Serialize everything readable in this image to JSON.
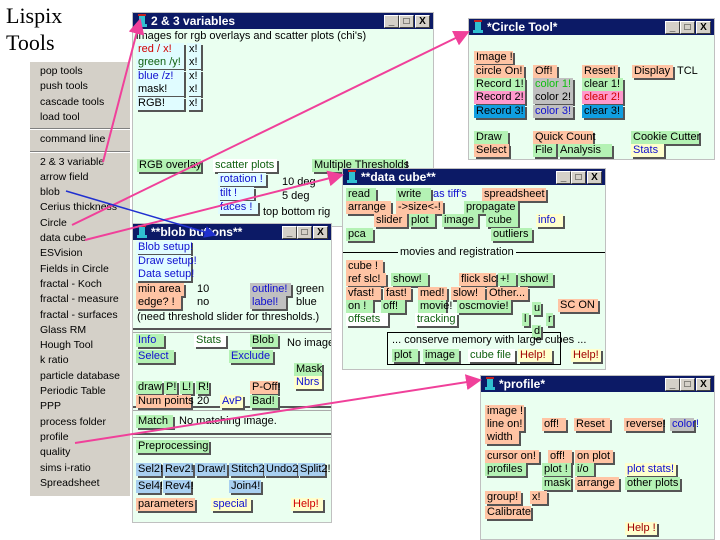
{
  "brand": {
    "line1": "Lispix",
    "line2": "Tools"
  },
  "menu": {
    "items": [
      "pop tools",
      "push tools",
      "cascade tools",
      "load tool",
      "command line",
      "2 & 3 variable",
      "arrow field",
      "blob",
      "Cerius thickness",
      "Circle",
      "data cube",
      "ESVision",
      "Fields in Circle",
      "fractal - Koch",
      "fractal - measure",
      "fractal - surfaces",
      "Glass RM",
      "Hough Tool",
      "k ratio",
      "particle database",
      "Periodic Table",
      "PPP",
      "process folder",
      "profile",
      "quality",
      "sims i-ratio",
      "Spreadsheet"
    ]
  },
  "window_buttons": {
    "minimize": "_",
    "maximize": "□",
    "close": "X"
  },
  "vars": {
    "title": "2 & 3 variables",
    "subtitle": "images for rgb overlays and scatter plots (chi's)",
    "items": [
      "red / x!",
      "green /y!",
      "blue /z!",
      "mask!",
      "RGB!",
      "x!",
      "x!",
      "x!",
      "x!",
      "x!",
      "RGB overlay",
      "scatter plots",
      "rotation !",
      "tilt !",
      "faces !",
      "10 deg",
      "5 deg",
      "top bottom rig",
      "Multiple Thresholds"
    ]
  },
  "blob": {
    "title": "**blob buttons**",
    "items": [
      "Blob setup!",
      "Draw setup!",
      "Data setup!",
      "min area",
      "10",
      "outline!",
      "green",
      "edge? !",
      "no",
      "label!",
      "blue",
      "(need threshold slider for thresholds.)",
      "Info",
      "Stats",
      "Blob",
      "No image.",
      "Select",
      "Exclude",
      "Mask",
      "Nbrs",
      "draw",
      "P!",
      "L!",
      "R!",
      "P-Off!",
      "Num points",
      "20",
      "AvP",
      "Bad!",
      "Match",
      "No matching image.",
      "Preprocessing",
      "Sel2!",
      "Rev2!",
      "Draw!",
      "Stitch2!",
      "Undo2!",
      "Split2!",
      "Sel4!",
      "Rev4!",
      "Join4!",
      "parameters",
      "special",
      "Help!"
    ]
  },
  "cube": {
    "title": "**data cube**",
    "items": [
      "read",
      "write",
      "as tiff's",
      "spreadsheet",
      "arrange",
      "->size<-!",
      "propagate",
      "slider",
      "plot",
      "image",
      "cube",
      "info",
      "pca",
      "outliers",
      "movies and registration",
      "cube !",
      "ref slc!",
      "show!",
      "flick slc!",
      "+!",
      "show!",
      "vfast!",
      "fast!",
      "med!",
      "slow!",
      "Other...",
      "on !",
      "off!",
      "movie!",
      "oscmovie!",
      "u",
      "SC ON",
      "offsets",
      "tracking",
      "l",
      "r",
      "d",
      "... conserve memory with large cubes ...",
      "plot",
      "image",
      "cube file",
      "Help!",
      "Help!"
    ]
  },
  "circle": {
    "title": "*Circle Tool*",
    "items": [
      "Image !",
      "circle On!",
      "Off!",
      "Reset!",
      "Display",
      "TCL",
      "Record 1!",
      "color 1!",
      "clear 1!",
      "Record 2!",
      "color 2!",
      "clear 2!",
      "Record 3!",
      "color 3!",
      "clear 3!",
      "Draw",
      "Quick Count",
      "Cookie Cutter",
      "Select",
      "File",
      "Analysis",
      "Stats"
    ]
  },
  "profile": {
    "title": "*profile*",
    "items": [
      "image !",
      "line on!",
      "width",
      "off!",
      "Reset",
      "reverse!",
      "color!",
      "cursor on!",
      "off!",
      "on plot",
      "profiles",
      "plot !",
      "i/o",
      "plot stats!",
      "mask",
      "arrange",
      "other plots",
      "group!",
      "x!",
      "Calibrate",
      "Help !"
    ]
  },
  "colors": {
    "title_bar": "#0c1a66",
    "window_bg": "#eafff0",
    "arrow_pink": "#f0409a",
    "arrow_blue": "#2030d0"
  }
}
